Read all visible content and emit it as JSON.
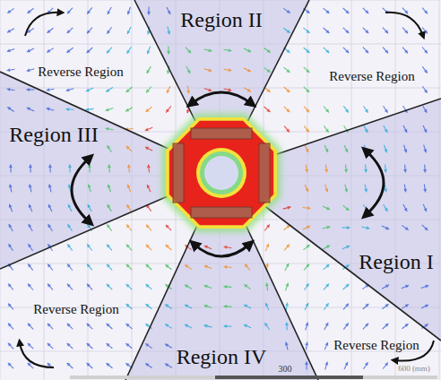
{
  "diagram": {
    "labels": [
      "Region II",
      "Reverse Region",
      "Reverse Region",
      "Region III",
      "Region I",
      "Reverse Region",
      "Reverse Region",
      "Region IV",
      "300",
      "600 (mm)"
    ]
  }
}
